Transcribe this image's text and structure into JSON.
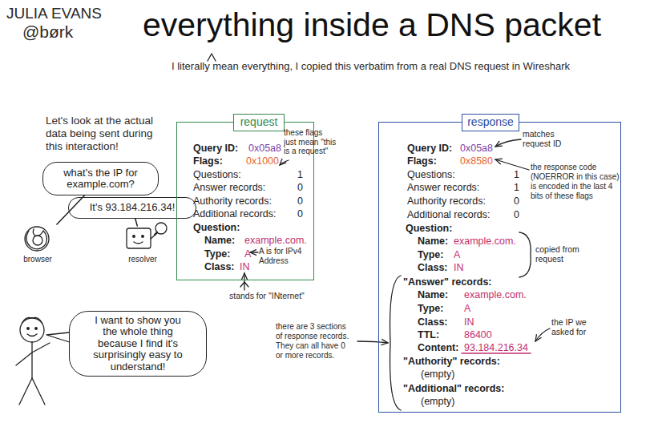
{
  "diagram": {
    "title": "everything inside a DNS packet",
    "nodes": [
      {
        "text": [
          "what's the IP for example.com?"
        ]
      },
      {
        "text": [
          "It's 93.184.216.34!"
        ]
      },
      {
        "text": [
          "browser"
        ]
      },
      {
        "text": [
          "resolver"
        ]
      },
      {
        "text": [
          "request",
          "Query ID:",
          "0x05a8",
          "Flags:",
          "0x1000",
          "Questions:",
          "1",
          "Answer records:",
          "0",
          "Authority records:",
          "0",
          "Additional records:",
          "0",
          "Question:",
          "Name:",
          "example.com.",
          "Type:",
          "A",
          "Class:",
          "IN"
        ]
      },
      {
        "text": [
          "response",
          "Query ID:",
          "0x05a8",
          "Flags:",
          "0x8580",
          "Questions:",
          "1",
          "Answer records:",
          "1",
          "Authority records:",
          "0",
          "Additional records:",
          "0",
          "Question:",
          "Name:",
          "example.com.",
          "Type:",
          "A",
          "Class:",
          "IN",
          "\"Answer\" records:",
          "Name:",
          "example.com.",
          "Type:",
          "A",
          "Class:",
          "IN",
          "TTL:",
          "86400",
          "Content:",
          "93.184.216.34",
          "\"Authority\" records:",
          "(empty)",
          "\"Additional\" records:",
          "(empty)"
        ]
      },
      {
        "text": [
          "I want to show you the whole thing because I find it's surprisingly easy to understand!"
        ]
      }
    ],
    "edges": [
      {
        "from": 0,
        "to": 2,
        "arrow": "none"
      },
      {
        "from": 1,
        "to": 3,
        "arrow": "none"
      }
    ],
    "labels": [
      "JULIA EVANS",
      "@børk",
      "I literally mean everything, I copied this verbatim from a real DNS request in Wireshark",
      "Let's look at the actual data being sent during this interaction!",
      "these flags just mean \"this is a request\"",
      "A is for IPv4 Address",
      "stands for \"INternet\"",
      "matches request ID",
      "the response code (NOERROR in this case) is encoded in the last 4 bits of these flags",
      "copied from request",
      "there are 3 sections of response records. They can all have 0 or more records.",
      "the IP we asked for"
    ]
  }
}
